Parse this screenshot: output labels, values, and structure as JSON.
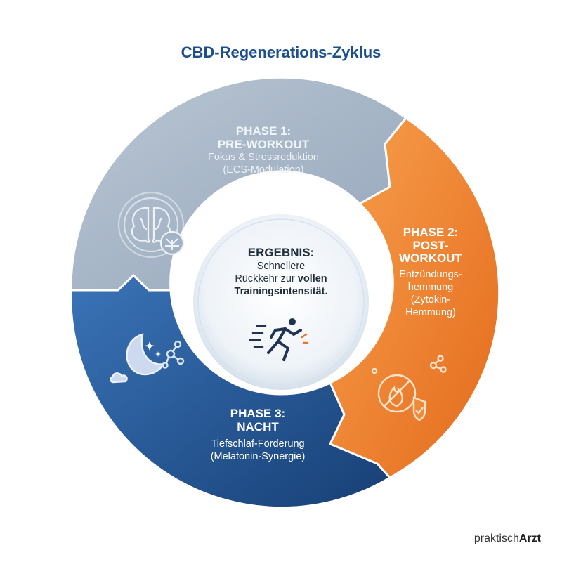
{
  "title": "CBD-Regenerations-Zyklus",
  "phases": [
    {
      "label": "PHASE 1:",
      "name": "PRE-WORKOUT",
      "desc1": "Fokus & Stressreduktion",
      "desc2": "(ECS-Modulation)",
      "color": "#a9b8c9",
      "icon": "brain-cannabis-icon"
    },
    {
      "label": "PHASE 2:",
      "name1": "POST-",
      "name2": "WORKOUT",
      "desc1": "Entzündungs-",
      "desc2": "hemmung",
      "desc3": "(Zytokin-",
      "desc4": "Hemmung)",
      "color": "#f08432",
      "icon": "no-fire-shield-icon"
    },
    {
      "label": "PHASE 3:",
      "name": "NACHT",
      "desc1": "Tiefschlaf-Förderung",
      "desc2": "(Melatonin-Synergie)",
      "color": "#2a5d9c",
      "icon": "moon-stars-icon"
    }
  ],
  "center": {
    "title": "ERGEBNIS:",
    "line1": "Schnellere",
    "line2_a": "Rückkehr zur ",
    "line2_b": "vollen",
    "line3": "Trainingsintensität.",
    "icon": "runner-icon"
  },
  "brand": {
    "part1": "praktisch",
    "part2": "Arzt"
  }
}
